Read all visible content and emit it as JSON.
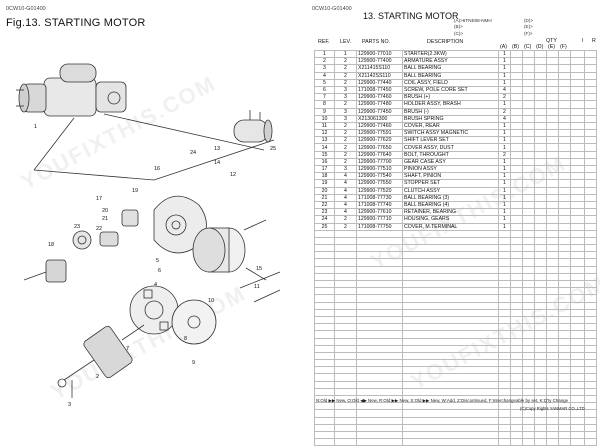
{
  "left_page": {
    "code": "0CW10-G01400",
    "title": "Fig.13.  STARTING MOTOR"
  },
  "right_page": {
    "code": "0CW10-G01400",
    "title": "13.  STARTING MOTOR",
    "models": [
      "(A)>6TNE88-NMH",
      "(B)>",
      "(C)>",
      "(D)>",
      "(E)>",
      "(F)>"
    ],
    "headers": {
      "ref": "REF.",
      "lev": "LEV.",
      "parts_no": "PARTS NO.",
      "description": "DESCRIPTION",
      "qty": "QTY",
      "i": "I",
      "r": "R",
      "qty_cols": [
        "(A)",
        "(B)",
        "(C)",
        "(D)",
        "(E)",
        "(F)"
      ]
    },
    "rows": [
      {
        "ref": "1",
        "lev": "1",
        "part": "129900-77010",
        "desc": "STARTER(2.3KW)",
        "qty": "1"
      },
      {
        "ref": "2",
        "lev": "2",
        "part": "129900-77400",
        "desc": "ARMATURE ASSY",
        "qty": "1"
      },
      {
        "ref": "3",
        "lev": "2",
        "part": "X211415S110",
        "desc": "BALL BEARING",
        "qty": "1"
      },
      {
        "ref": "4",
        "lev": "2",
        "part": "X21142SS110",
        "desc": "BALL BEARING",
        "qty": "1"
      },
      {
        "ref": "5",
        "lev": "2",
        "part": "129900-77440",
        "desc": "COIL ASSY, FIELD",
        "qty": "1"
      },
      {
        "ref": "6",
        "lev": "3",
        "part": "171008-77450",
        "desc": "SCREW, POLE CORE SET",
        "qty": "4"
      },
      {
        "ref": "7",
        "lev": "3",
        "part": "129900-77460",
        "desc": "BRUSH (+)",
        "qty": "2"
      },
      {
        "ref": "8",
        "lev": "2",
        "part": "129900-77480",
        "desc": "HOLDER ASSY, BRASH",
        "qty": "1"
      },
      {
        "ref": "9",
        "lev": "3",
        "part": "129900-77450",
        "desc": "BRUSH (-)",
        "qty": "2"
      },
      {
        "ref": "10",
        "lev": "3",
        "part": "X213061300",
        "desc": "BRUSH SPRING",
        "qty": "4"
      },
      {
        "ref": "11",
        "lev": "2",
        "part": "129900-77460",
        "desc": "COVER, REAR",
        "qty": "1"
      },
      {
        "ref": "12",
        "lev": "2",
        "part": "129900-77591",
        "desc": "SWITCH ASSY MAGNETIC",
        "qty": "1"
      },
      {
        "ref": "13",
        "lev": "2",
        "part": "129900-77620",
        "desc": "SHIFT LEVER SET",
        "qty": "1"
      },
      {
        "ref": "14",
        "lev": "2",
        "part": "129900-77650",
        "desc": "COVER ASSY, DUST",
        "qty": "1"
      },
      {
        "ref": "15",
        "lev": "2",
        "part": "129900-77640",
        "desc": "BOLT, THROUGHT",
        "qty": "2"
      },
      {
        "ref": "16",
        "lev": "2",
        "part": "129900-77700",
        "desc": "GEAR CASE ASY",
        "qty": "1"
      },
      {
        "ref": "17",
        "lev": "3",
        "part": "129900-77510",
        "desc": "PINION ASSY",
        "qty": "1"
      },
      {
        "ref": "18",
        "lev": "4",
        "part": "129900-77540",
        "desc": "SHAFT, PINION",
        "qty": "1"
      },
      {
        "ref": "19",
        "lev": "4",
        "part": "129900-77550",
        "desc": "STOPPER SET",
        "qty": "1"
      },
      {
        "ref": "20",
        "lev": "4",
        "part": "129900-77520",
        "desc": "CLUTCH ASSY",
        "qty": "1"
      },
      {
        "ref": "21",
        "lev": "4",
        "part": "171008-77730",
        "desc": "BALL BEARING (3)",
        "qty": "1"
      },
      {
        "ref": "22",
        "lev": "4",
        "part": "171008-77740",
        "desc": "BALL BEARING (4)",
        "qty": "1"
      },
      {
        "ref": "23",
        "lev": "4",
        "part": "129900-77610",
        "desc": "RETAINER, BEARING",
        "qty": "1"
      },
      {
        "ref": "24",
        "lev": "2",
        "part": "129900-77710",
        "desc": "HOUSING, GEARS",
        "qty": "1"
      },
      {
        "ref": "25",
        "lev": "2",
        "part": "171008-77750",
        "desc": "COVER, M.TERMINAL",
        "qty": "1"
      }
    ],
    "legend": "N:Old ▶▶ New,  O:Old ◀▶ New,  R:Old ▶▶ New,  S:Old ▶▶ New,  W:Add, Z:Discontinued, F:Interchangeable by set, K:Q'ty Change",
    "copyright": "(C)Copy Rights YANMAR CO.,LTD"
  },
  "watermark": "YOUFIXTHIS.COM",
  "callouts": [
    "1",
    "2",
    "3",
    "4",
    "5",
    "6",
    "7",
    "8",
    "9",
    "10",
    "11",
    "12",
    "13",
    "14",
    "15",
    "16",
    "17",
    "18",
    "19",
    "20",
    "21",
    "22",
    "23",
    "24",
    "25"
  ]
}
